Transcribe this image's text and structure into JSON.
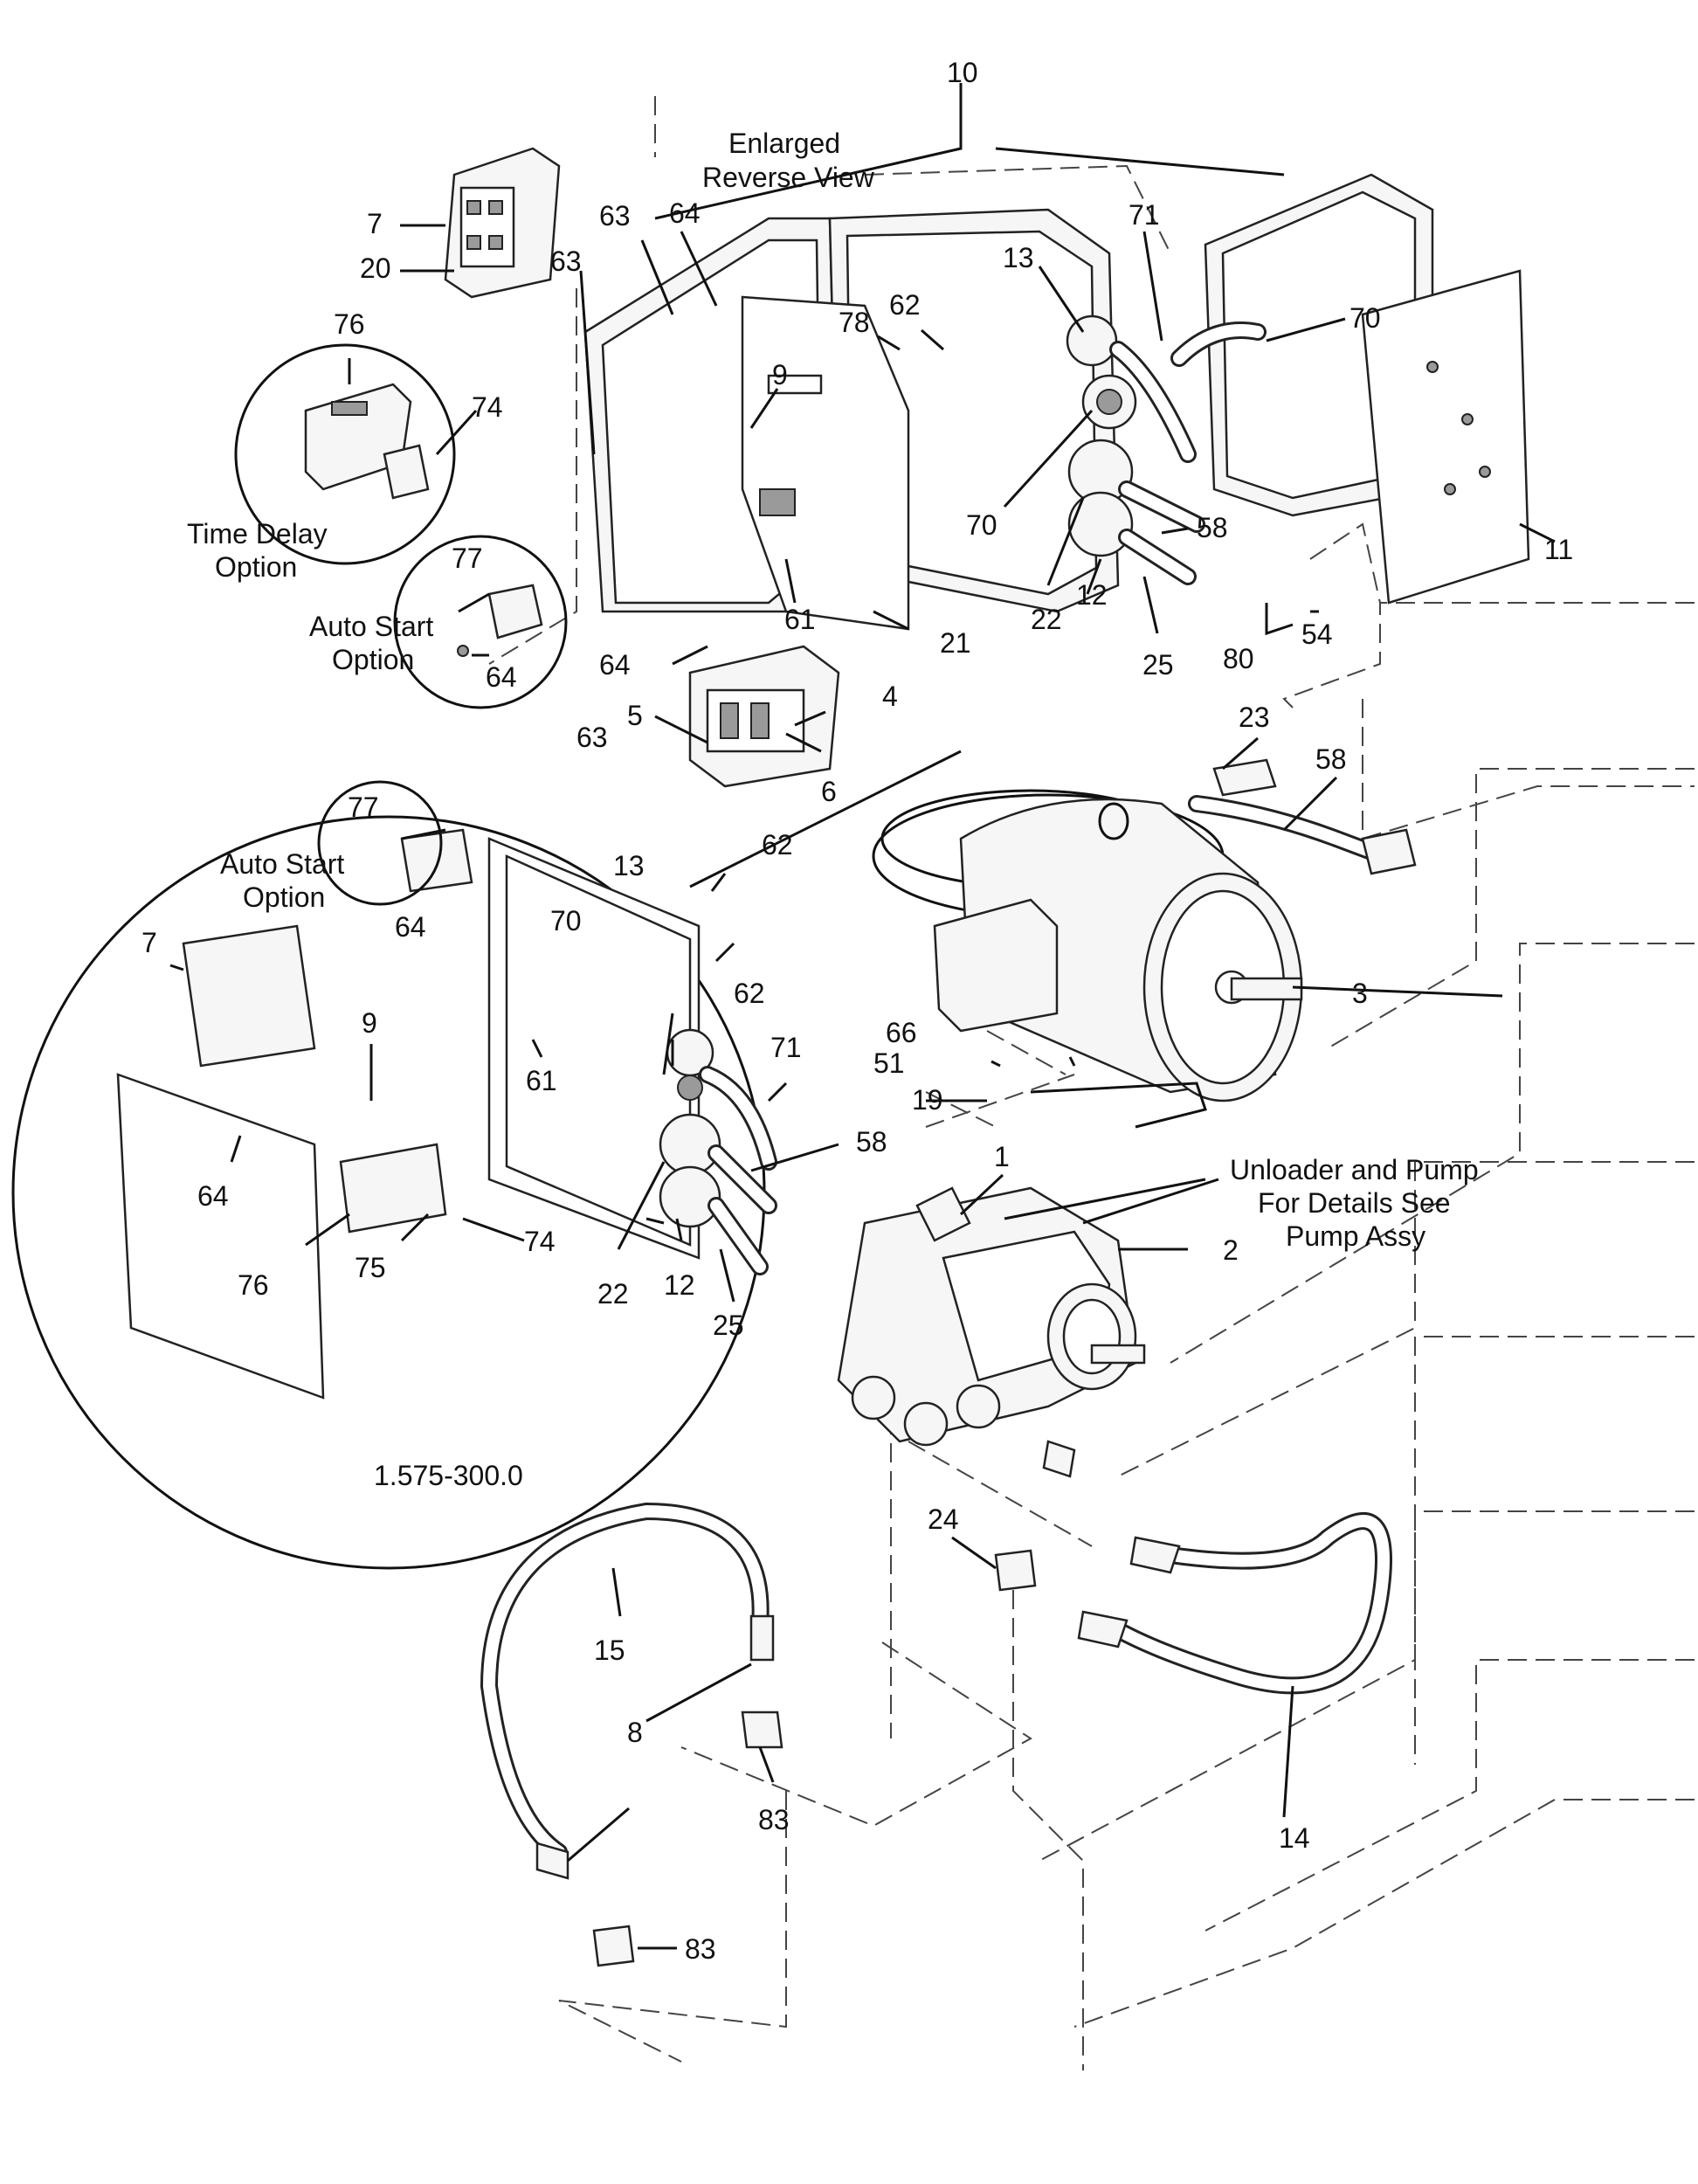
{
  "labels": {
    "p1": "1",
    "p2": "2",
    "p3": "3",
    "p4": "4",
    "p5": "5",
    "p6": "6",
    "p7a": "7",
    "p7b": "7",
    "p8": "8",
    "p9a": "9",
    "p9b": "9",
    "p10": "10",
    "p11": "11",
    "p12a": "12",
    "p12b": "12",
    "p13a": "13",
    "p13b": "13",
    "p14": "14",
    "p15": "15",
    "p19": "19",
    "p20": "20",
    "p21": "21",
    "p22a": "22",
    "p22b": "22",
    "p23": "23",
    "p24": "24",
    "p25a": "25",
    "p25b": "25",
    "p51": "51",
    "p54": "54",
    "p58a": "58",
    "p58b": "58",
    "p58c": "58",
    "p61a": "61",
    "p61b": "61",
    "p62a": "62",
    "p62b": "62",
    "p62c": "62",
    "p63a": "63",
    "p63b": "63",
    "p63c": "63",
    "p64a": "64",
    "p64b": "64",
    "p64c": "64",
    "p64d": "64",
    "p64e": "64",
    "p66": "66",
    "p70a": "70",
    "p70b": "70",
    "p70c": "70",
    "p71a": "71",
    "p71b": "71",
    "p74a": "74",
    "p74b": "74",
    "p75": "75",
    "p76a": "76",
    "p76b": "76",
    "p77a": "77",
    "p77b": "77",
    "p78": "78",
    "p80": "80",
    "p83a": "83",
    "p83b": "83"
  },
  "callouts": {
    "enlarged_line1": "Enlarged",
    "enlarged_line2": "Reverse View",
    "time_delay_line1": "Time Delay",
    "time_delay_line2": "Option",
    "auto_start_line1": "Auto Start",
    "auto_start_line2": "Option",
    "auto_start2_line1": "Auto Start",
    "auto_start2_line2": "Option",
    "unloader_line1": "Unloader and Pump",
    "unloader_line2": "For Details See",
    "unloader_line3": "Pump Assy",
    "part_number": "1.575-300.0"
  }
}
